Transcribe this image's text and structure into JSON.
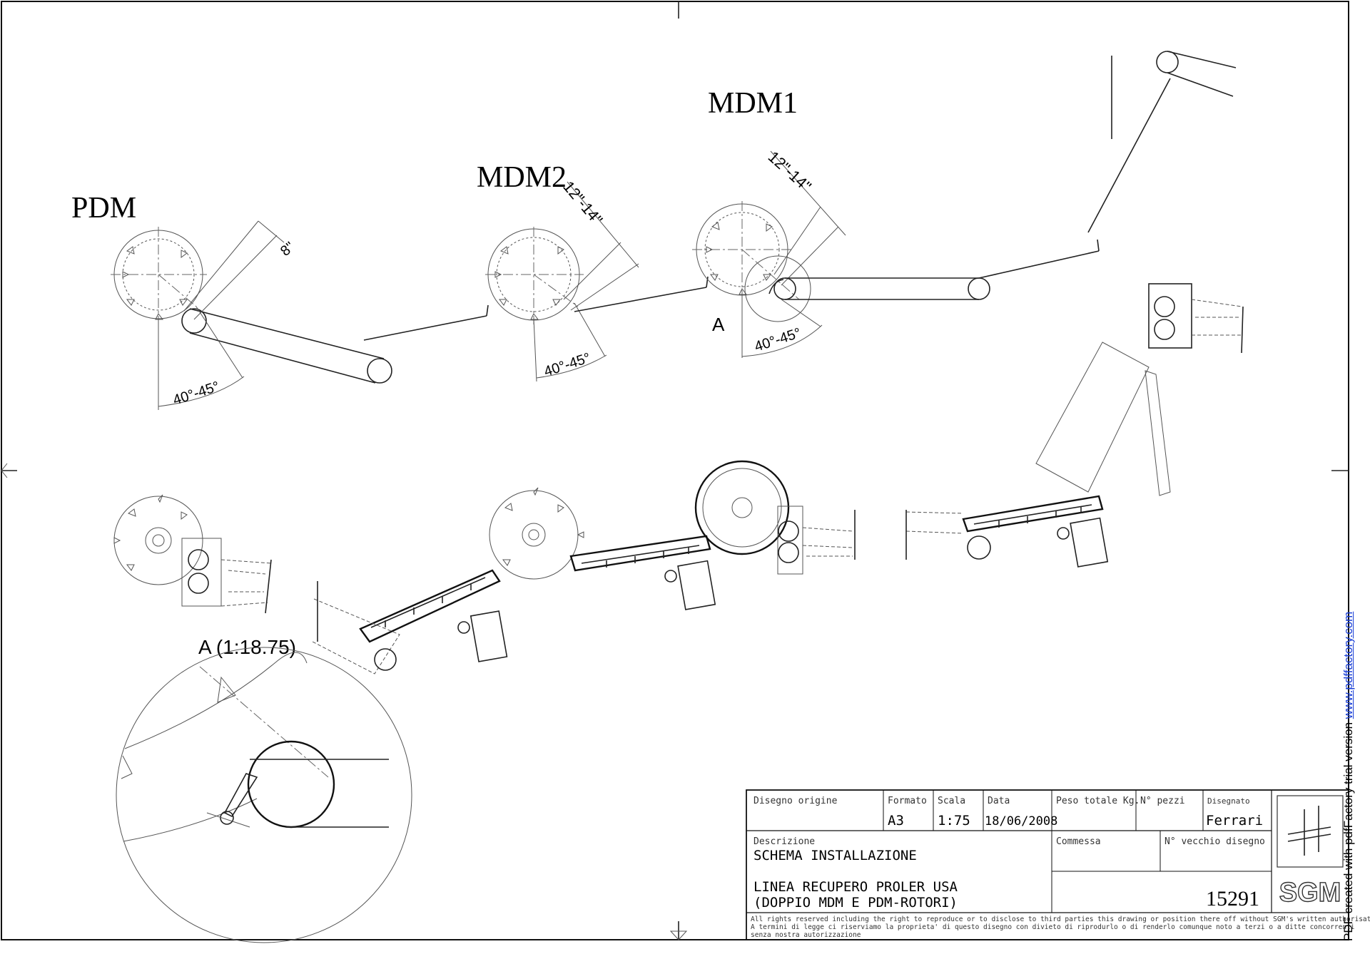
{
  "labels": {
    "pdm": "PDM",
    "mdm2": "MDM2",
    "mdm1": "MDM1",
    "dim_8": "8\"",
    "dim_12_14_a": "12\"-14\"",
    "dim_12_14_b": "12\"-14\"",
    "angle_a": "40°-45°",
    "angle_b": "40°-45°",
    "angle_c": "40°-45°",
    "detail_marker": "A",
    "detail_title": "A (1:18.75)"
  },
  "title_block": {
    "disegno_origine_label": "Disegno origine",
    "formato_label": "Formato",
    "formato_value": "A3",
    "scala_label": "Scala",
    "scala_value": "1:75",
    "data_label": "Data",
    "data_value": "18/06/2008",
    "peso_label": "Peso totale Kg.",
    "pezzi_label": "N° pezzi",
    "disegnato_label": "Disegnato",
    "disegnato_value": "Ferrari",
    "descrizione_label": "Descrizione",
    "descrizione_line1": "SCHEMA INSTALLAZIONE",
    "descrizione_line2": "LINEA RECUPERO PROLER USA",
    "descrizione_line3": "(DOPPIO MDM E PDM-ROTORI)",
    "commessa_label": "Commessa",
    "vecchio_label": "N° vecchio disegno",
    "drawing_number": "15291",
    "logo_text": "SGM",
    "rights_line1": "All rights reserved including the right to reproduce or to disclose to third parties this drawing or position there off without SGM's written authorisation.",
    "rights_line2": "A termini di legge ci riserviamo la proprieta' di questo disegno con divieto di riprodurlo o di renderlo comunque noto a terzi o a ditte concorrenti",
    "rights_line3": "senza nostra autorizzazione"
  },
  "watermark": {
    "prefix": "PDF created with pdfFactory trial version ",
    "link": "www.pdffactory.com"
  }
}
